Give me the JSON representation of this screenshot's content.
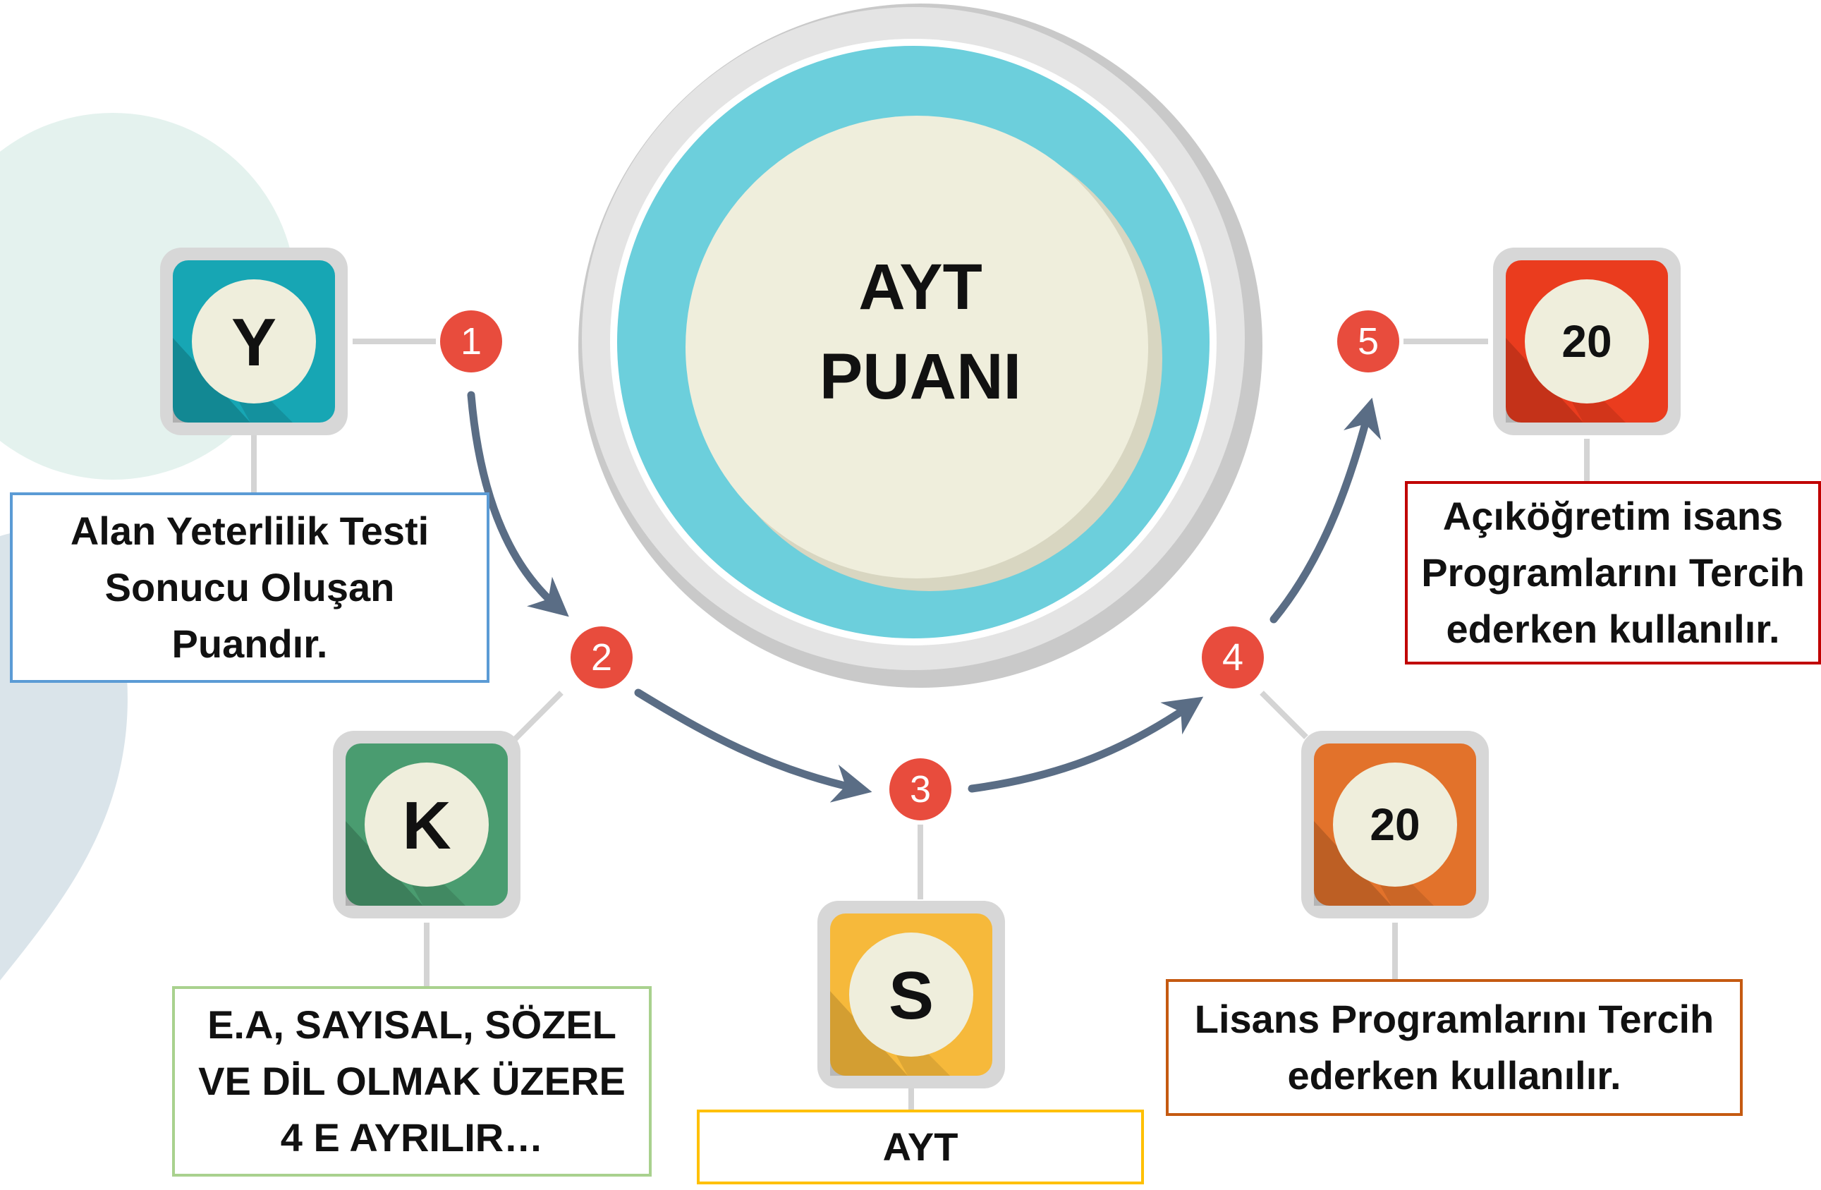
{
  "center": {
    "line1": "AYT",
    "line2": "PUANI"
  },
  "steps": [
    {
      "number": "1",
      "tile_letter": "Y",
      "tile_color": "#17a6b4",
      "box_border": "#5b9bd5",
      "lines": [
        "Alan Yeterlilik Testi",
        "Sonucu Oluşan",
        "Puandır."
      ]
    },
    {
      "number": "2",
      "tile_letter": "K",
      "tile_color": "#4a9c70",
      "box_border": "#a9d18e",
      "lines": [
        "E.A, SAYISAL, SÖZEL",
        "VE DİL OLMAK ÜZERE",
        "4 E AYRILIR…"
      ]
    },
    {
      "number": "3",
      "tile_letter": "S",
      "tile_color": "#f6b93b",
      "box_border": "#ffc000",
      "lines": [
        "AYT"
      ]
    },
    {
      "number": "4",
      "tile_letter": "20",
      "tile_color": "#e2722b",
      "box_border": "#c55a11",
      "lines": [
        "Lisans Programlarını Tercih",
        "ederken kullanılır."
      ]
    },
    {
      "number": "5",
      "tile_letter": "20",
      "tile_color": "#ea3c1e",
      "box_border": "#c00000",
      "lines": [
        "Açıköğretim isans",
        "Programlarını Tercih",
        "ederken kullanılır."
      ]
    }
  ],
  "colors": {
    "badge": "#e84c3d",
    "arrow": "#5a6d85",
    "connector": "#d4d4d4",
    "ring": "#6ccfdc",
    "disc": "#efeedc"
  }
}
